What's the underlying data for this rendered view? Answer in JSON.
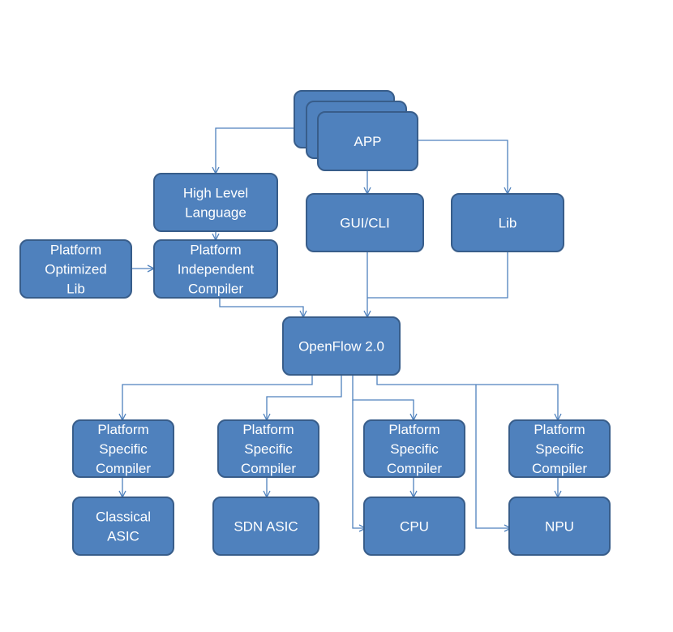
{
  "nodes": {
    "app": {
      "lines": [
        "APP"
      ]
    },
    "hll": {
      "lines": [
        "High Level",
        "Language"
      ]
    },
    "gui": {
      "lines": [
        "GUI/CLI"
      ]
    },
    "lib": {
      "lines": [
        "Lib"
      ]
    },
    "pol": {
      "lines": [
        "Platform",
        "Optimized",
        "Lib"
      ]
    },
    "pic": {
      "lines": [
        "Platform",
        "Independent",
        "Compiler"
      ]
    },
    "of": {
      "lines": [
        "OpenFlow 2.0"
      ]
    },
    "psc1": {
      "lines": [
        "Platform",
        "Specific",
        "Compiler"
      ]
    },
    "psc2": {
      "lines": [
        "Platform",
        "Specific",
        "Compiler"
      ]
    },
    "psc3": {
      "lines": [
        "Platform",
        "Specific",
        "Compiler"
      ]
    },
    "psc4": {
      "lines": [
        "Platform",
        "Specific",
        "Compiler"
      ]
    },
    "casic": {
      "lines": [
        "Classical",
        "ASIC"
      ]
    },
    "sdn": {
      "lines": [
        "SDN ASIC"
      ]
    },
    "cpu": {
      "lines": [
        "CPU"
      ]
    },
    "npu": {
      "lines": [
        "NPU"
      ]
    }
  },
  "colors": {
    "fill": "#4f81bd",
    "border": "#385d8a",
    "edge": "#4f81bd",
    "text": "#ffffff"
  }
}
